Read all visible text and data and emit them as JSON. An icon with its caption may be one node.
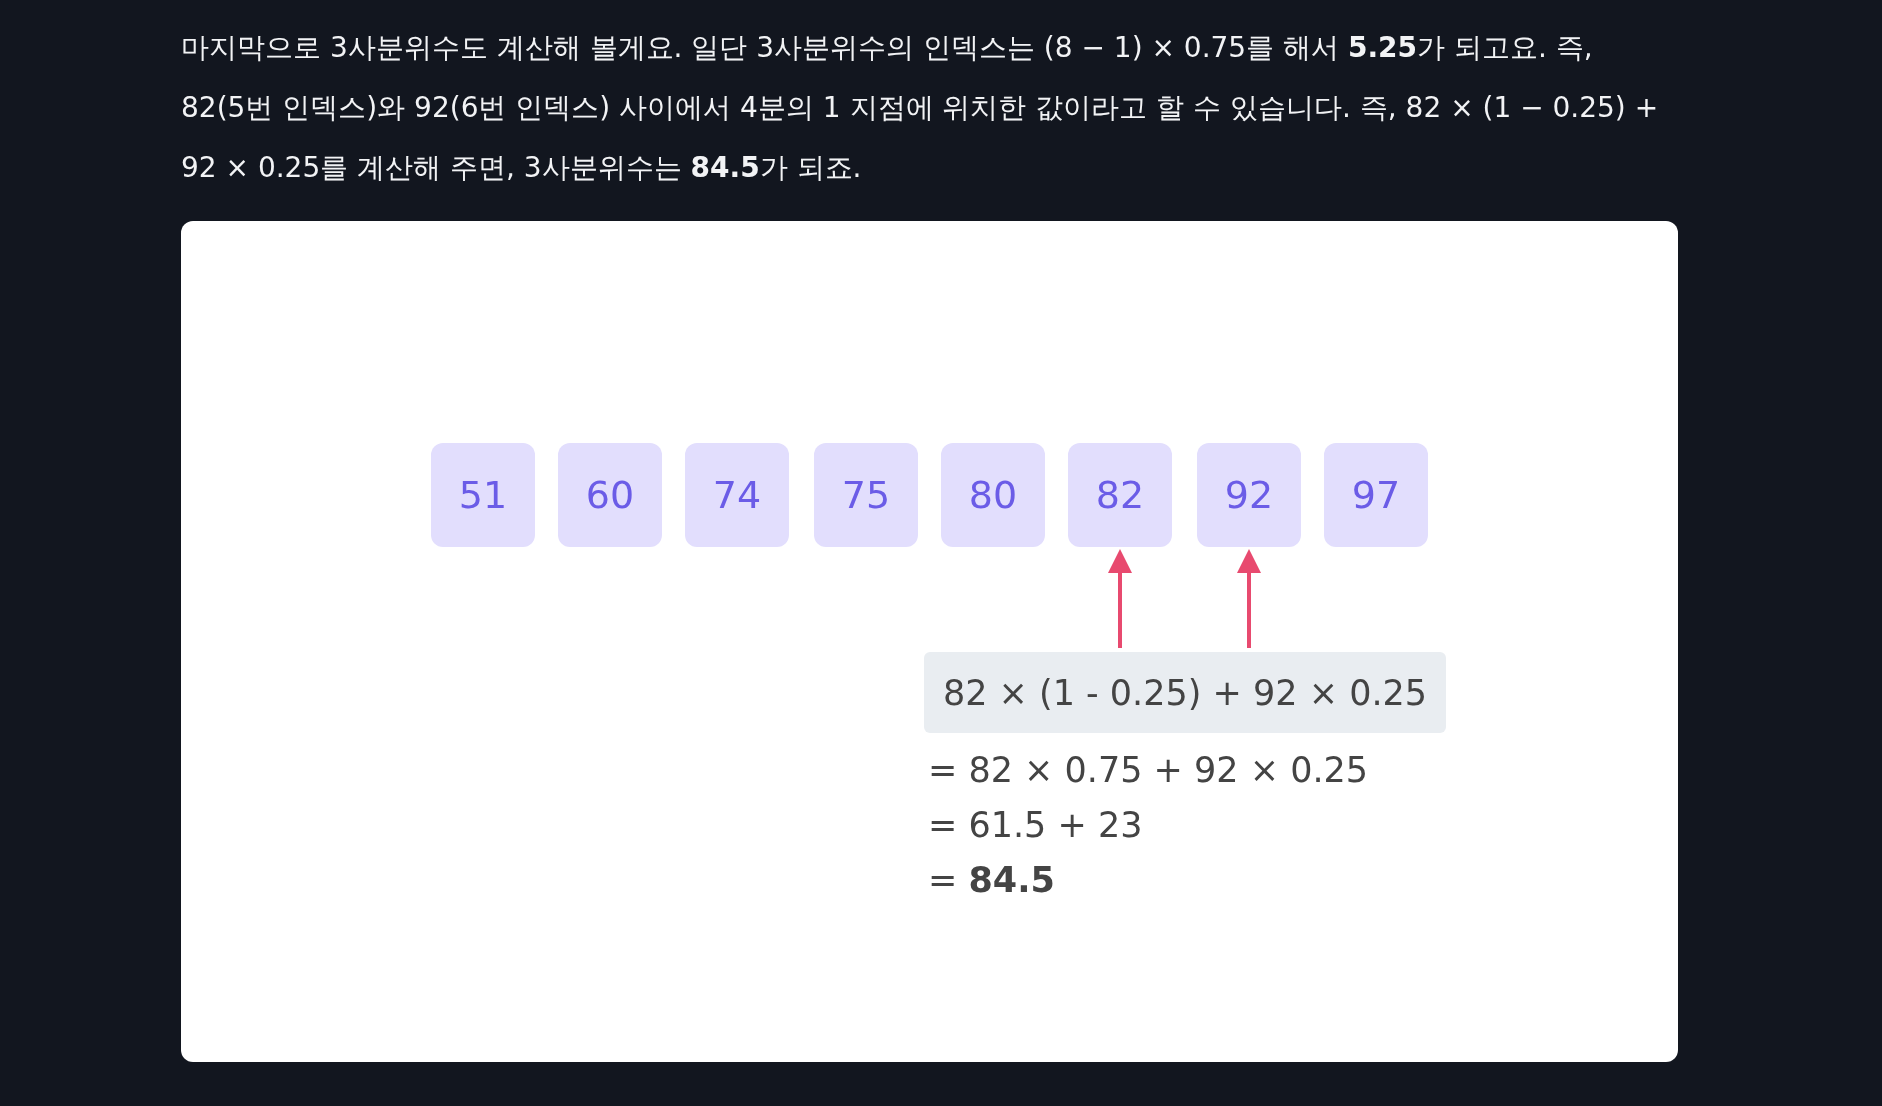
{
  "diagram": {
    "nodes": [
      {
        "text": [
          "51"
        ]
      },
      {
        "text": [
          "60"
        ]
      },
      {
        "text": [
          "74"
        ]
      },
      {
        "text": [
          "75"
        ]
      },
      {
        "text": [
          "80"
        ]
      },
      {
        "text": [
          "82"
        ]
      },
      {
        "text": [
          "92"
        ]
      },
      {
        "text": [
          "97"
        ]
      },
      {
        "text": [
          "82 × (1 - 0.25) + 92 × 0.25"
        ]
      }
    ],
    "edges": [
      {
        "from": 8,
        "to": 5,
        "arrow": "to"
      },
      {
        "from": 8,
        "to": 6,
        "arrow": "to"
      }
    ],
    "labels": [
      "마지막으로 3사분위수도 계산해 볼게요. 일단 3사분위수의 인덱스는 (8 − 1) × 0.75를 해서 **5.25**가 되고요. 즉, 82(5번 인덱스)와 92(6번 인덱스) 사이에서 4분의 1 지점에 위치한 값이라고 할 수 있습니다. 즉, 82 × (1 − 0.25) + 92 × 0.25를 계산해 주면, 3사분위수는 **84.5**가 되죠.",
      "= 82 × 0.75 + 92 × 0.25",
      "= 61.5 + 23",
      "= **84.5**"
    ]
  }
}
